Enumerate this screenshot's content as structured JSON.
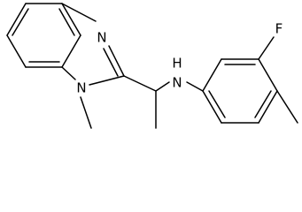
{
  "atoms": {
    "N1": "N",
    "N3": "N",
    "NH": "N",
    "H": "H",
    "F": "F"
  },
  "colors": {
    "bond": "#000000",
    "label": "#000000",
    "background": "#ffffff"
  }
}
